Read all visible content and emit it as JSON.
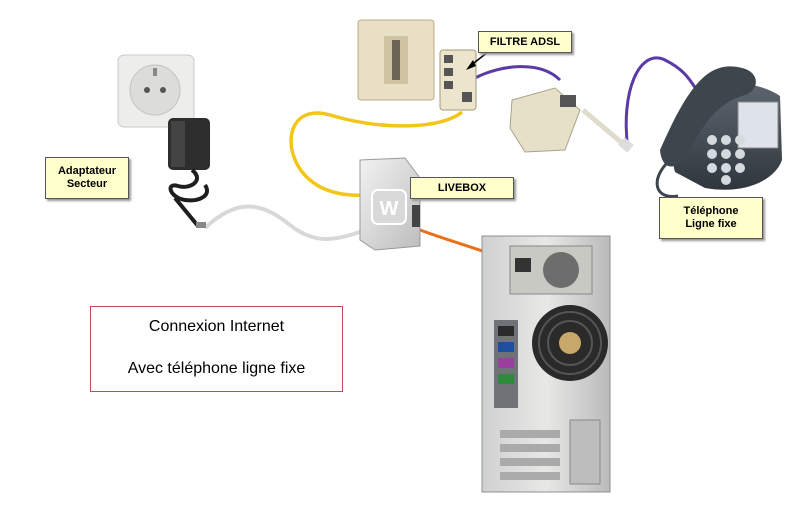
{
  "labels": {
    "adapter": [
      "Adaptateur",
      "Secteur"
    ],
    "filter": "FILTRE ADSL",
    "livebox": "LIVEBOX",
    "phone": [
      "Téléphone",
      "Ligne fixe"
    ]
  },
  "caption": {
    "line1": "Connexion Internet",
    "line2": "Avec téléphone ligne fixe"
  },
  "colors": {
    "cable_yellow": "#f2c618",
    "cable_purple": "#5b3aa8",
    "cable_orange": "#e8701a",
    "cable_white": "#d8d8d8",
    "caption_border": "#c0504d",
    "label_bg": "#ffffcc"
  }
}
